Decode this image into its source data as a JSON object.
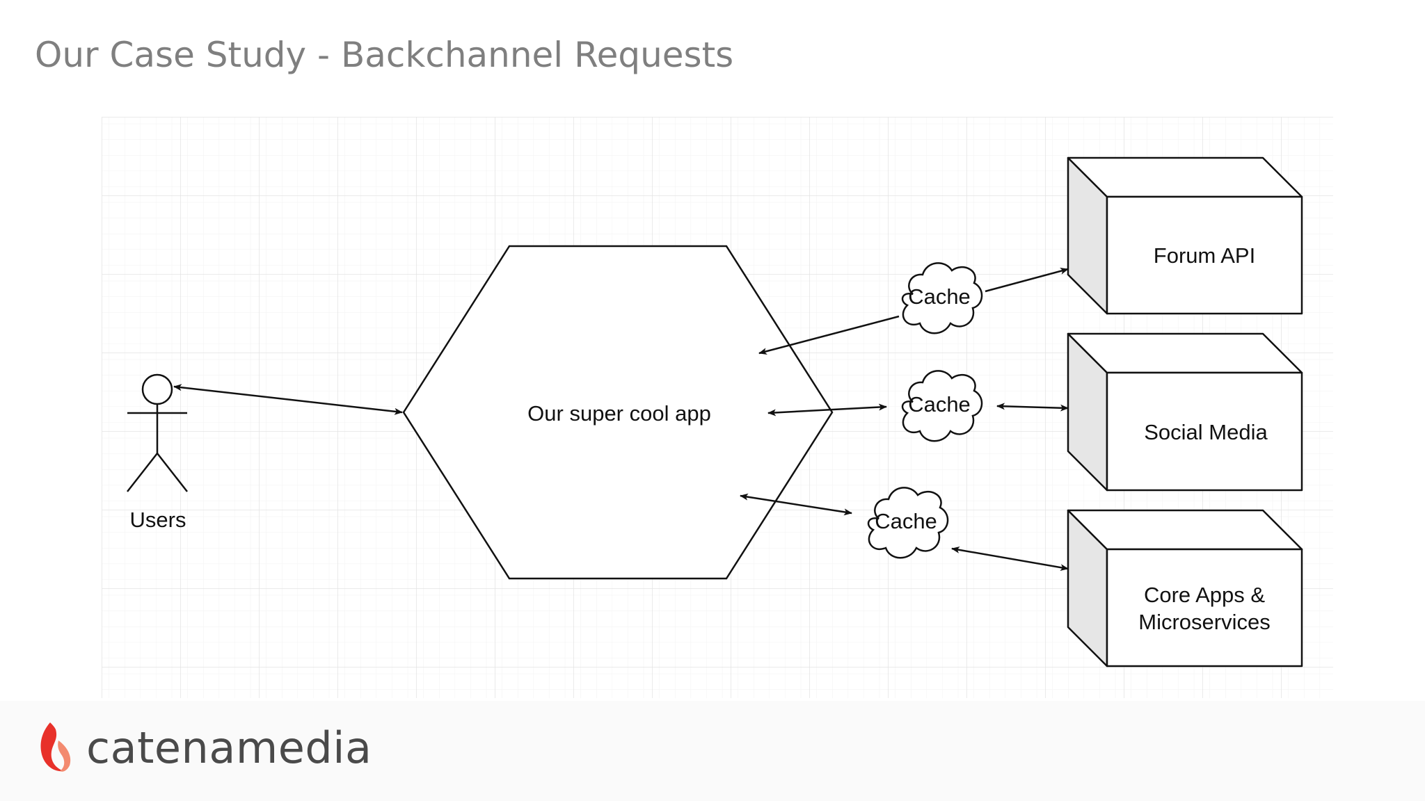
{
  "slide": {
    "title": "Our Case Study - Backchannel Requests"
  },
  "diagram": {
    "actor_label": "Users",
    "app_label": "Our super cool app",
    "caches": [
      {
        "label": "Cache"
      },
      {
        "label": "Cache"
      },
      {
        "label": "Cache"
      }
    ],
    "services": [
      {
        "lines": [
          "Forum API"
        ]
      },
      {
        "lines": [
          "Social Media"
        ]
      },
      {
        "lines": [
          "Core Apps &",
          "Microservices"
        ]
      }
    ]
  },
  "brand": {
    "name": "catenamedia",
    "colors": {
      "flame_outer": "#e8312a",
      "flame_inner": "#f38a6f",
      "text": "#4a4a4a"
    }
  },
  "colors": {
    "title": "#7f7f7f",
    "grid_major": "#e3e3e3",
    "grid_minor": "#f2f2f2",
    "stroke": "#111111",
    "box_side": "#e6e6e6"
  }
}
